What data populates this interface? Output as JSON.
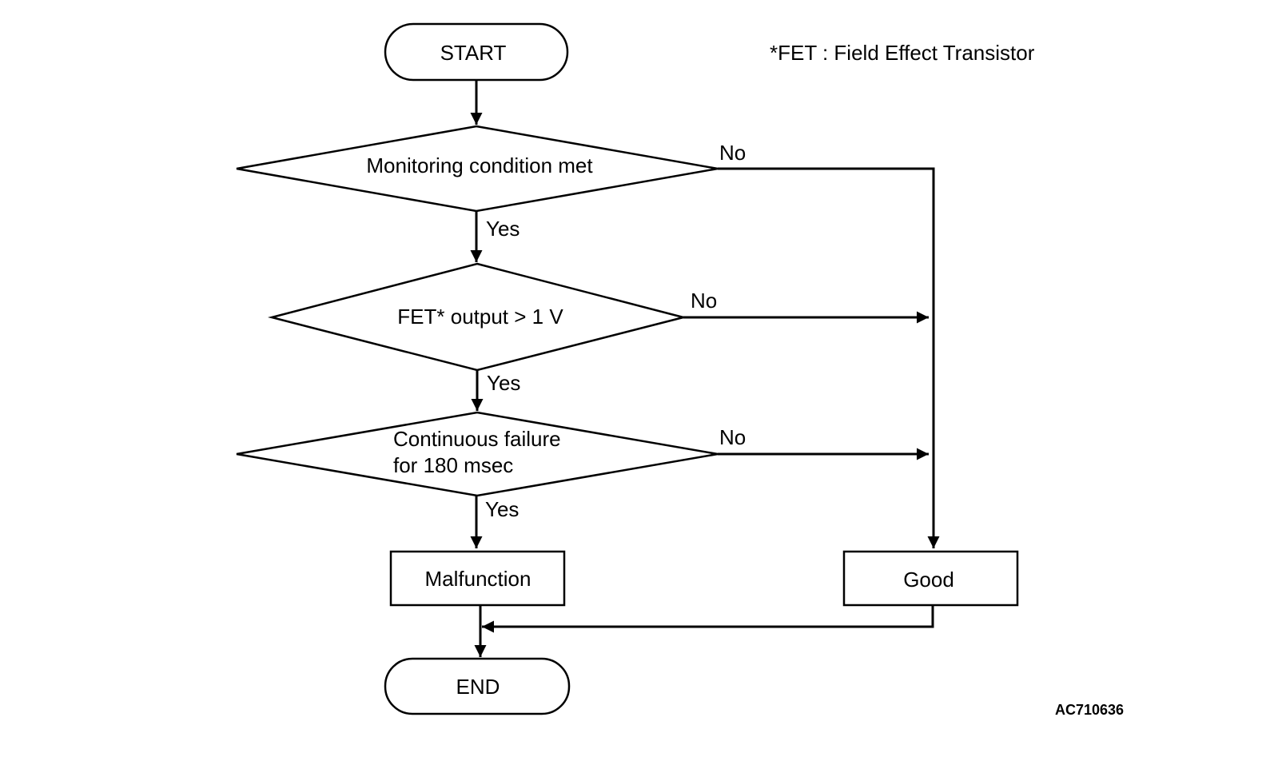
{
  "nodes": {
    "start": "START",
    "decision_monitoring": "Monitoring condition met",
    "decision_fet": "FET* output > 1 V",
    "decision_failure_line1": "Continuous failure",
    "decision_failure_line2": "for 180 msec",
    "malfunction": "Malfunction",
    "good": "Good",
    "end": "END"
  },
  "branches": {
    "monitoring_yes": "Yes",
    "monitoring_no": "No",
    "fet_yes": "Yes",
    "fet_no": "No",
    "failure_yes": "Yes",
    "failure_no": "No"
  },
  "footnote": "*FET : Field Effect Transistor",
  "figure_code": "AC710636"
}
